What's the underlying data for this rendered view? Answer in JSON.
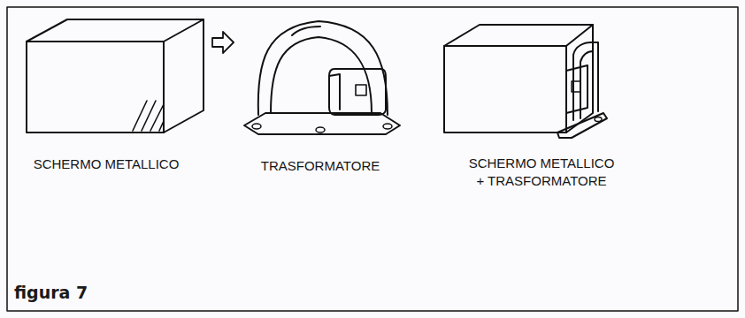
{
  "diagram": {
    "caption": "figura 7",
    "labels": [
      "SCHERMO METALLICO",
      "TRASFORMATORE",
      "SCHERMO METALLICO + TRASFORMATORE"
    ]
  }
}
